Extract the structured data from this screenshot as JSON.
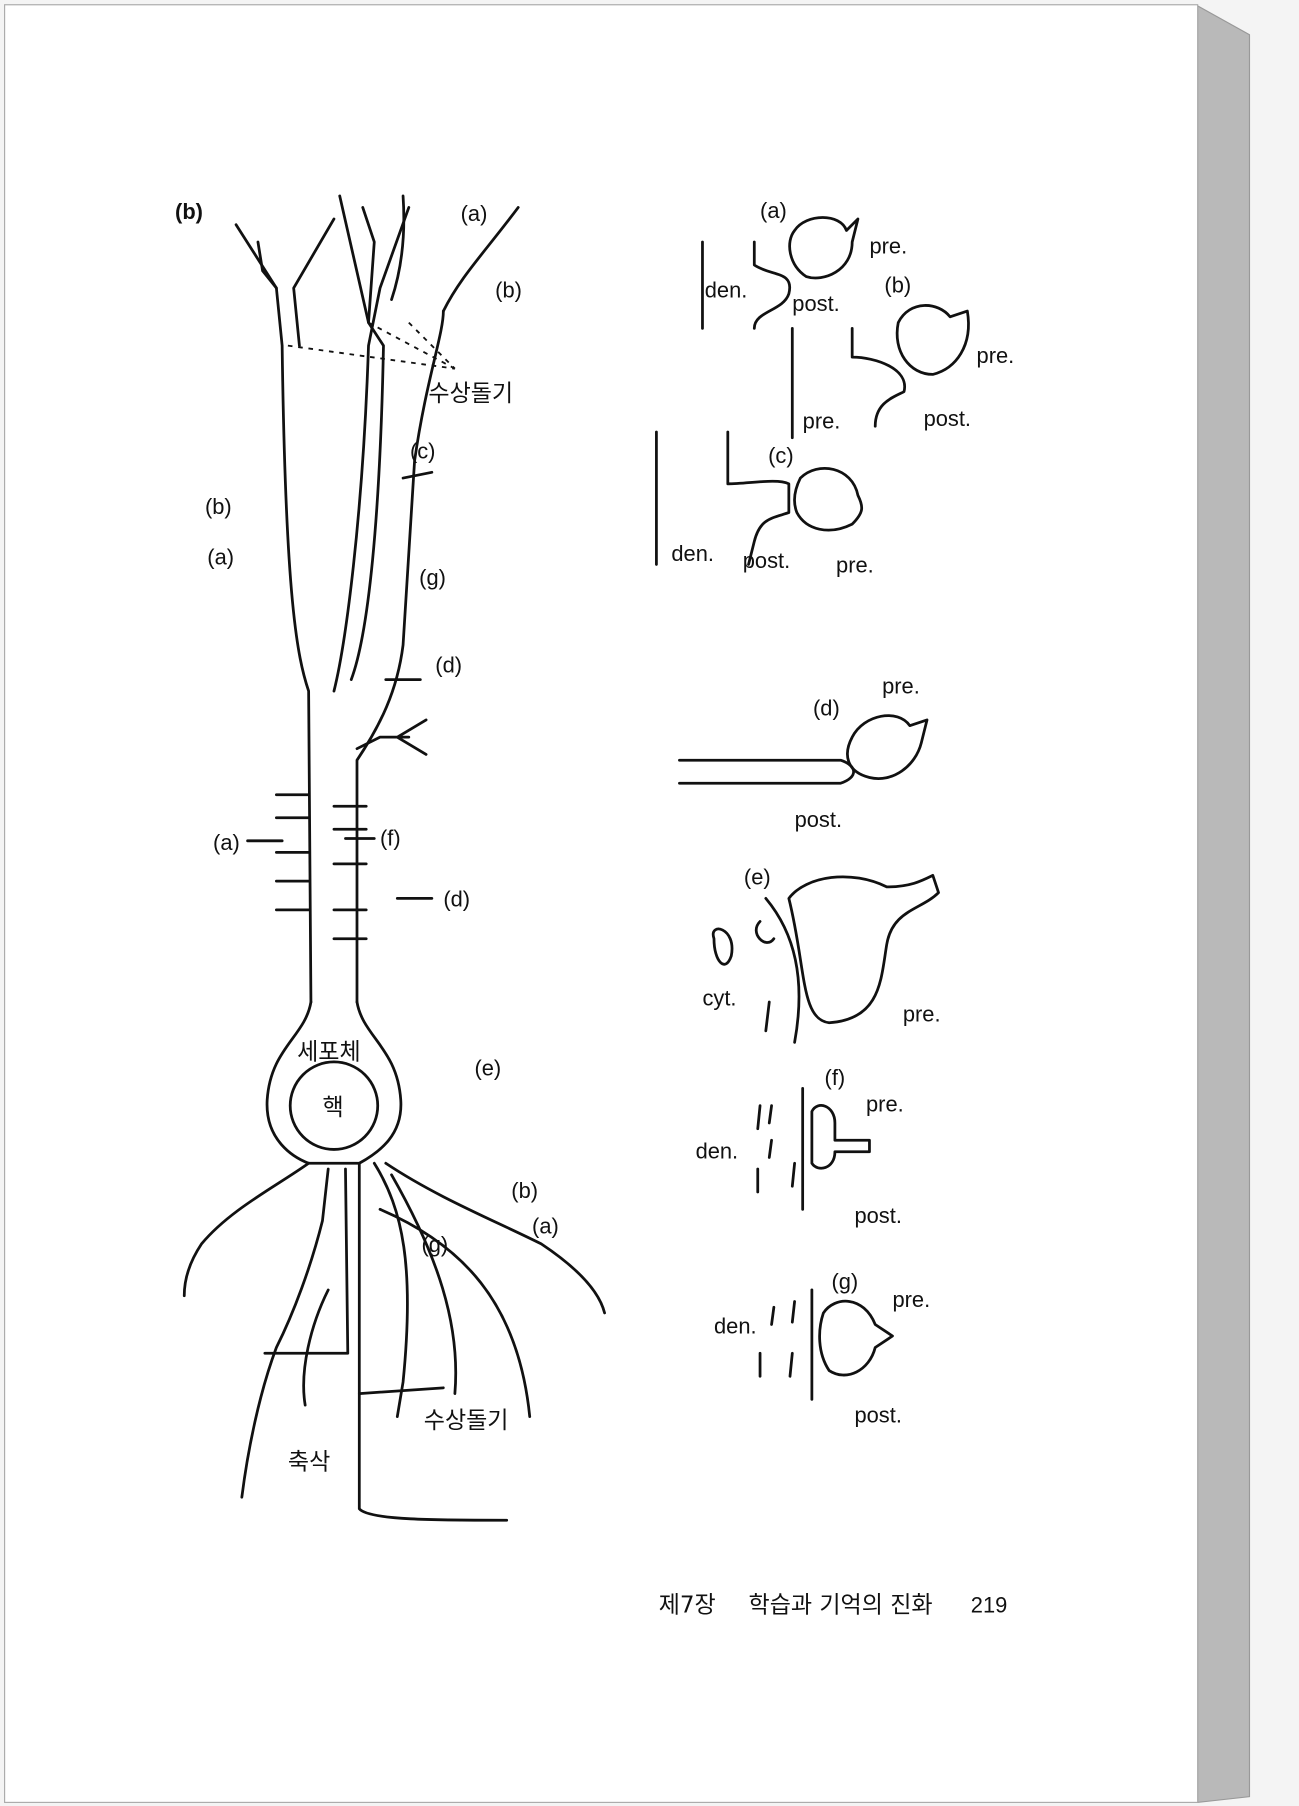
{
  "figure": {
    "panel_label": "(b)",
    "neuron_labels": {
      "top_a": "(a)",
      "top_b": "(b)",
      "dendrite_spines_top": "수상돌기",
      "c": "(c)",
      "left_b": "(b)",
      "left_a": "(a)",
      "g": "(g)",
      "d": "(d)",
      "mid_a": "(a)",
      "f": "(f)",
      "mid_d": "(d)",
      "e": "(e)",
      "cell_body": "세포체",
      "nucleus": "핵",
      "low_b": "(b)",
      "low_a": "(a)",
      "low_g": "(g)",
      "dendrite_spines_bottom": "수상돌기",
      "axon": "축삭"
    },
    "synapse_labels": {
      "a": {
        "tag": "(a)",
        "pre": "pre.",
        "den": "den.",
        "post": "post."
      },
      "b": {
        "tag": "(b)",
        "pre": "pre.",
        "pre2": "pre.",
        "post": "post."
      },
      "c": {
        "tag": "(c)",
        "den": "den.",
        "post": "post.",
        "pre": "pre."
      },
      "d": {
        "tag": "(d)",
        "pre": "pre.",
        "post": "post."
      },
      "e": {
        "tag": "(e)",
        "cyt": "cyt.",
        "pre": "pre."
      },
      "f": {
        "tag": "(f)",
        "pre": "pre.",
        "den": "den.",
        "post": "post."
      },
      "g": {
        "tag": "(g)",
        "pre": "pre.",
        "den": "den.",
        "post": "post."
      }
    }
  },
  "footer": {
    "chapter": "제7장",
    "title": "학습과 기억의 진화",
    "page_number": "219"
  }
}
